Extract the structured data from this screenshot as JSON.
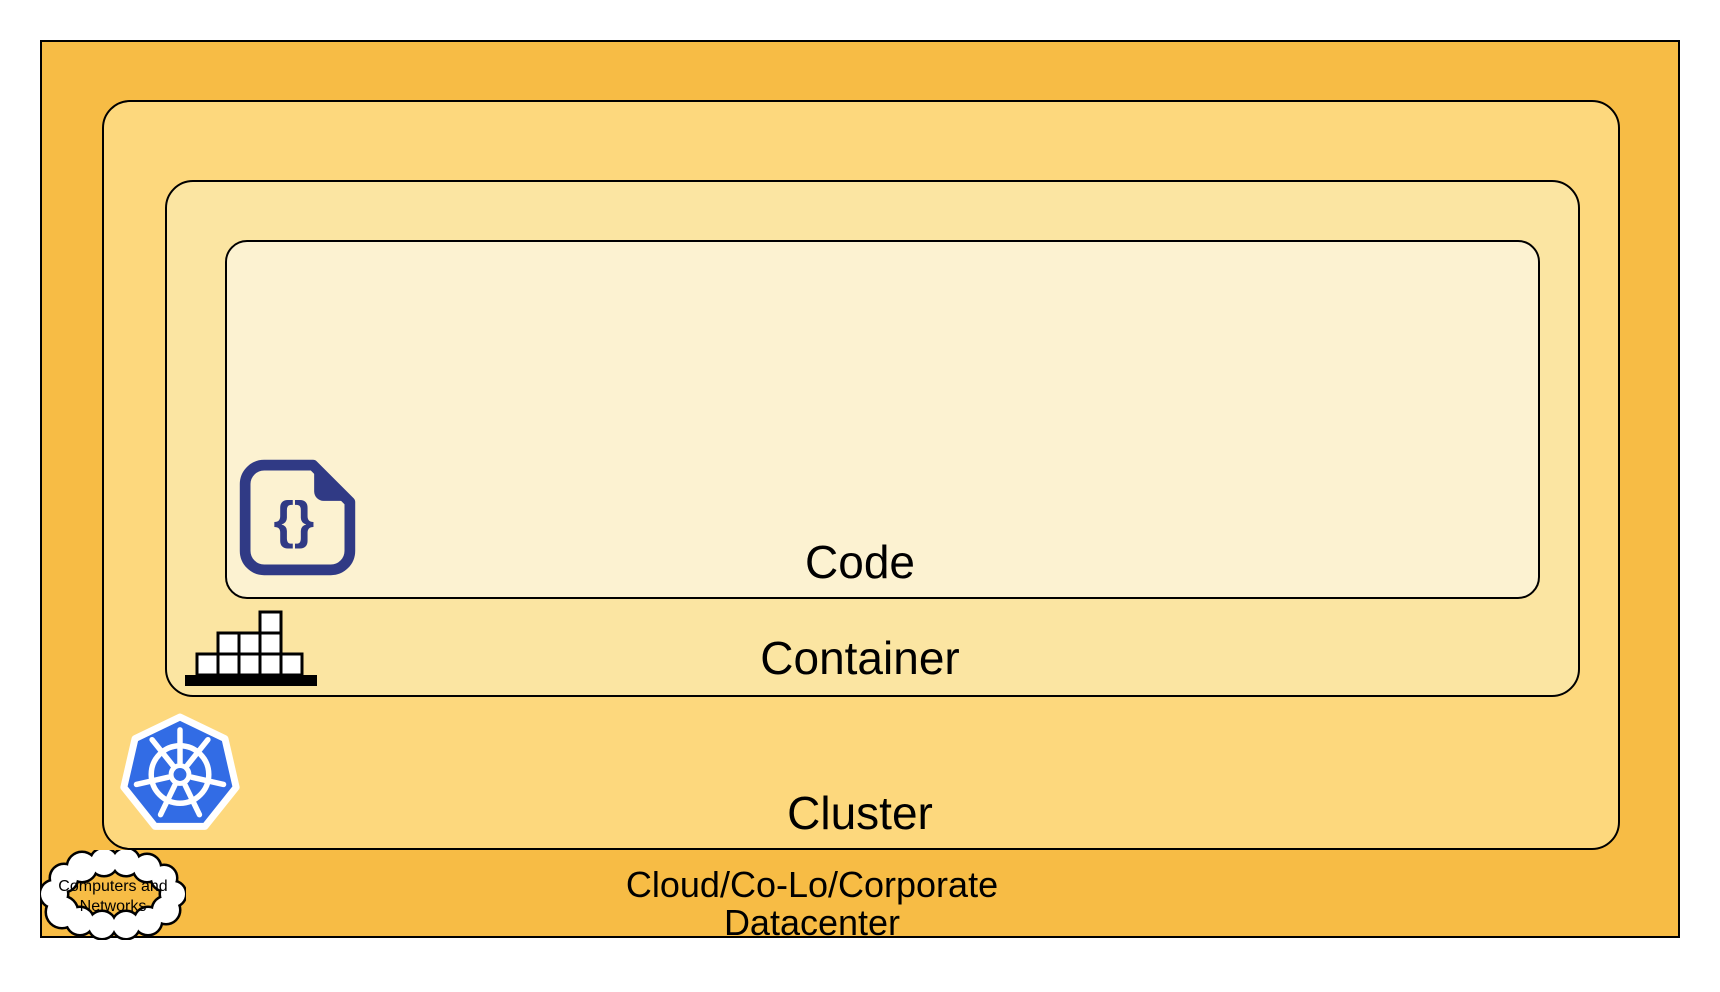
{
  "diagram": {
    "type": "nested-architecture-layers",
    "layers": [
      {
        "id": "code",
        "label": "Code",
        "fill": "#FCF2D1",
        "icon": "code-file-icon"
      },
      {
        "id": "container",
        "label": "Container",
        "fill": "#FBE5A2",
        "icon": "container-blocks-icon"
      },
      {
        "id": "cluster",
        "label": "Cluster",
        "fill": "#FDD87D",
        "icon": "kubernetes-helm-icon"
      },
      {
        "id": "datacenter",
        "label_line1": "Cloud/Co-Lo/Corporate",
        "label_line2": "Datacenter",
        "fill": "#F7BC45",
        "icon": "cloud-icon"
      }
    ],
    "cloud_callout": {
      "line1": "Computers and",
      "line2": "Networks"
    },
    "code_icon_glyph": "{}"
  },
  "colors": {
    "border": "#000000",
    "background": "#FFFFFF",
    "code_icon_navy": "#303A85",
    "kubernetes_blue": "#326CE5",
    "icon_white": "#FFFFFF"
  }
}
